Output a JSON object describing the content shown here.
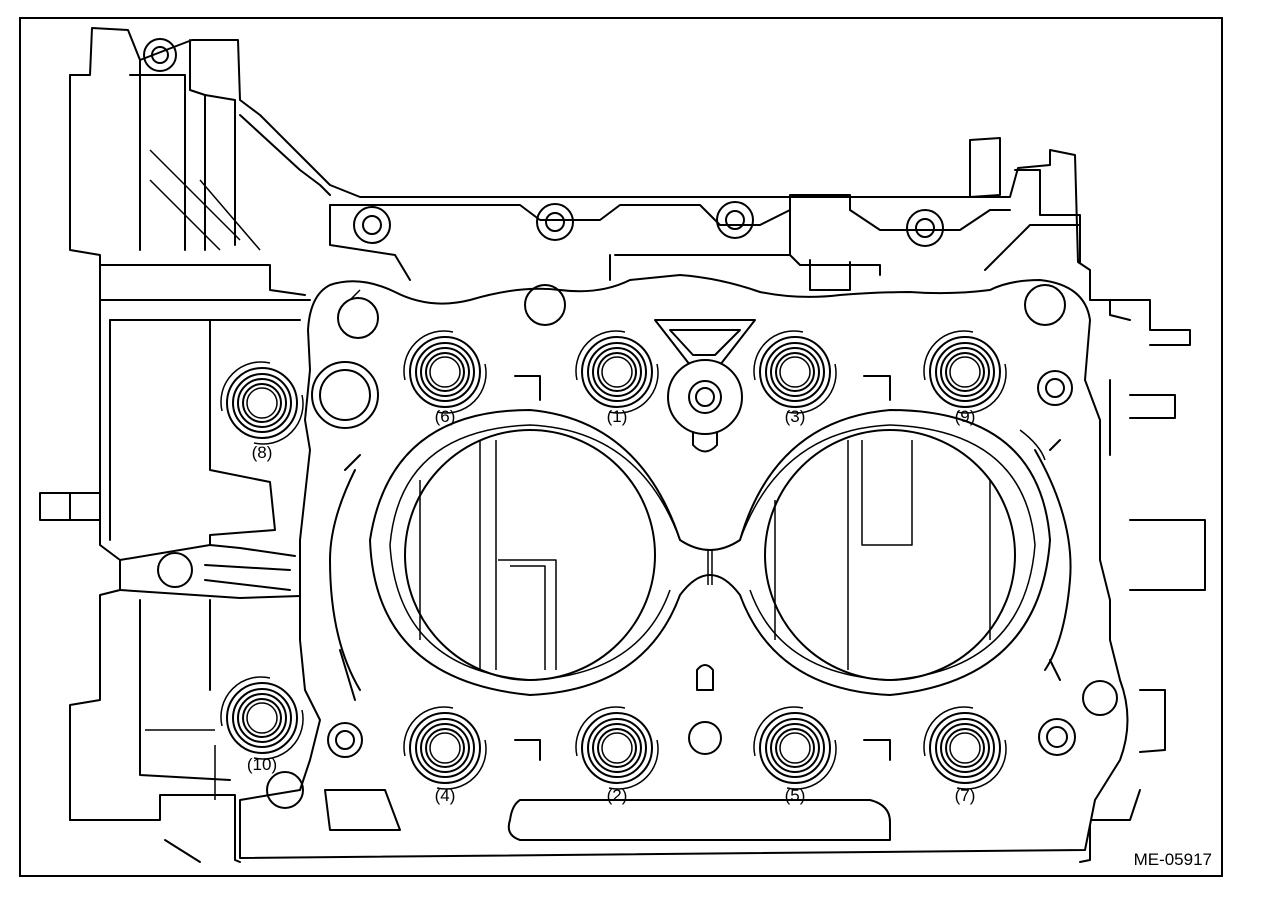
{
  "figure_code": "ME-05917",
  "bolts": [
    {
      "label": "(1)"
    },
    {
      "label": "(2)"
    },
    {
      "label": "(3)"
    },
    {
      "label": "(4)"
    },
    {
      "label": "(5)"
    },
    {
      "label": "(6)"
    },
    {
      "label": "(7)"
    },
    {
      "label": "(8)"
    },
    {
      "label": "(9)"
    },
    {
      "label": "(10)"
    }
  ]
}
